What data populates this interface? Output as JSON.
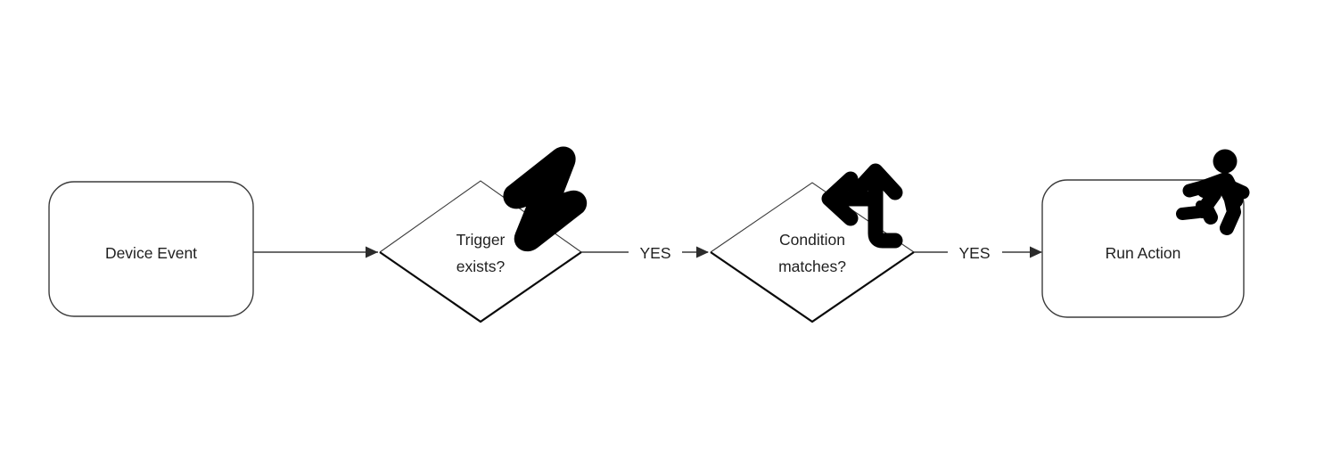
{
  "diagram": {
    "type": "flowchart",
    "orientation": "left-to-right",
    "background_color": "#ffffff",
    "line_color": "#3b3b3b",
    "text_color": "#1f1f1f",
    "icon_color": "#000000",
    "nodes": [
      {
        "id": "device-event",
        "label": "Device Event",
        "shape": "rounded-rectangle",
        "icon": null
      },
      {
        "id": "trigger-exists",
        "label_line1": "Trigger",
        "label_line2": "exists?",
        "shape": "diamond",
        "icon": "lightning-bolt-icon"
      },
      {
        "id": "condition-matches",
        "label_line1": "Condition",
        "label_line2": "matches?",
        "shape": "diamond",
        "icon": "branch-arrow-icon"
      },
      {
        "id": "run-action",
        "label": "Run Action",
        "shape": "rounded-rectangle",
        "icon": "running-person-icon"
      }
    ],
    "edges": [
      {
        "id": "edge-1",
        "from": "device-event",
        "to": "trigger-exists",
        "label": ""
      },
      {
        "id": "edge-2",
        "from": "trigger-exists",
        "to": "condition-matches",
        "label": "YES"
      },
      {
        "id": "edge-3",
        "from": "condition-matches",
        "to": "run-action",
        "label": "YES"
      }
    ]
  }
}
